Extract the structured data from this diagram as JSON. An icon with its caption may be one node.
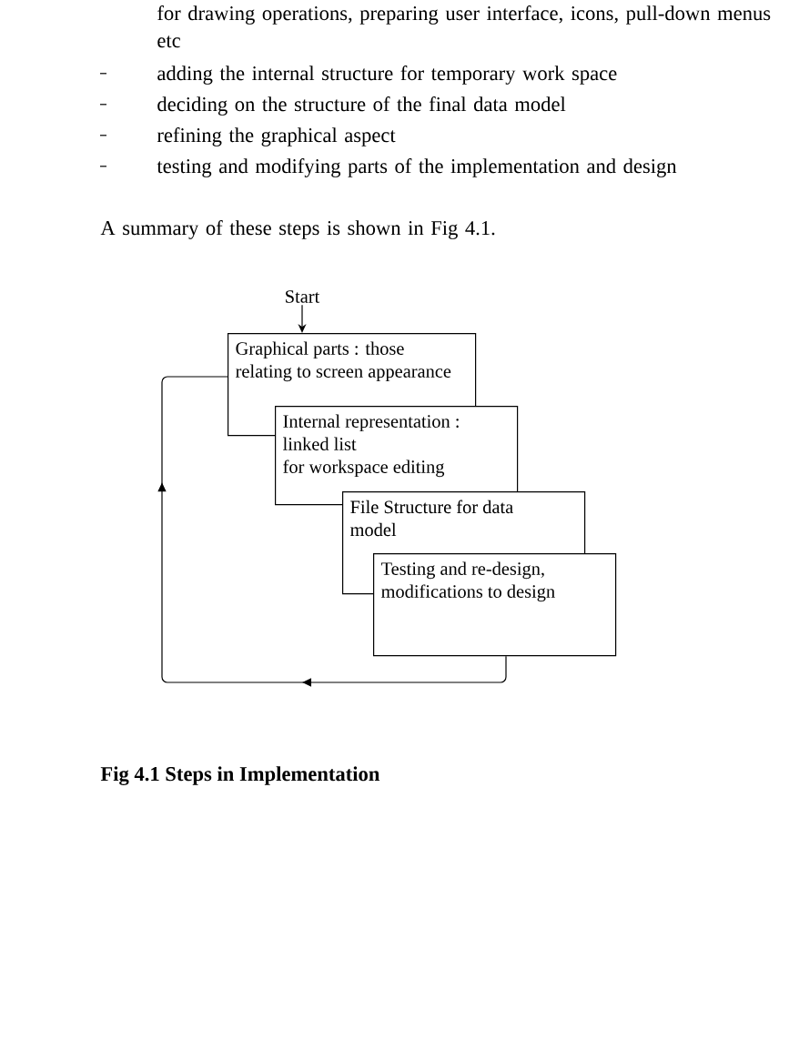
{
  "diagram": {
    "caption": "Fig 4.1 Steps in Implementation",
    "nodes": [
      {
        "text": [
          "Start"
        ]
      },
      {
        "text": [
          "Graphical parts : those relating to screen appearance"
        ]
      },
      {
        "text": [
          "Internal representation :",
          "linked list",
          "for workspace editing"
        ]
      },
      {
        "text": [
          "File Structure for data model"
        ]
      },
      {
        "text": [
          "Testing and re-design, modifications to design"
        ]
      }
    ],
    "edges": [
      {
        "from": 0,
        "to": 1,
        "arrow": "to"
      },
      {
        "from": 4,
        "to": 1,
        "arrow": "to"
      }
    ],
    "labels": [
      "for drawing operations, preparing user interface, icons, pull-down menus etc",
      "adding the internal structure for temporary work space",
      "deciding on the structure of the final data model",
      "refining the graphical aspect",
      "testing and modifying parts of the implementation and design",
      "A summary of these steps is shown in Fig 4.1."
    ]
  }
}
